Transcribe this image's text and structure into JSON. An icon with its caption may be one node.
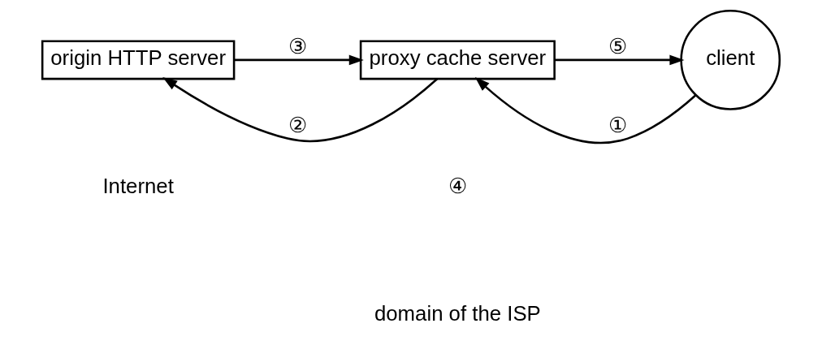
{
  "diagram": {
    "nodes": [
      {
        "text": [
          "origin HTTP server"
        ]
      },
      {
        "text": [
          "proxy cache server"
        ]
      },
      {
        "text": [
          "client"
        ]
      }
    ],
    "edges": [
      {
        "from": 2,
        "to": 1,
        "arrow": "to",
        "label": "①"
      },
      {
        "from": 1,
        "to": 0,
        "arrow": "to",
        "label": "②"
      },
      {
        "from": 0,
        "to": 1,
        "arrow": "to",
        "label": "③"
      },
      {
        "from": 1,
        "to": 2,
        "arrow": "to",
        "label": "⑤"
      }
    ],
    "labels": [
      "④",
      "Internet",
      "domain of the ISP"
    ]
  }
}
